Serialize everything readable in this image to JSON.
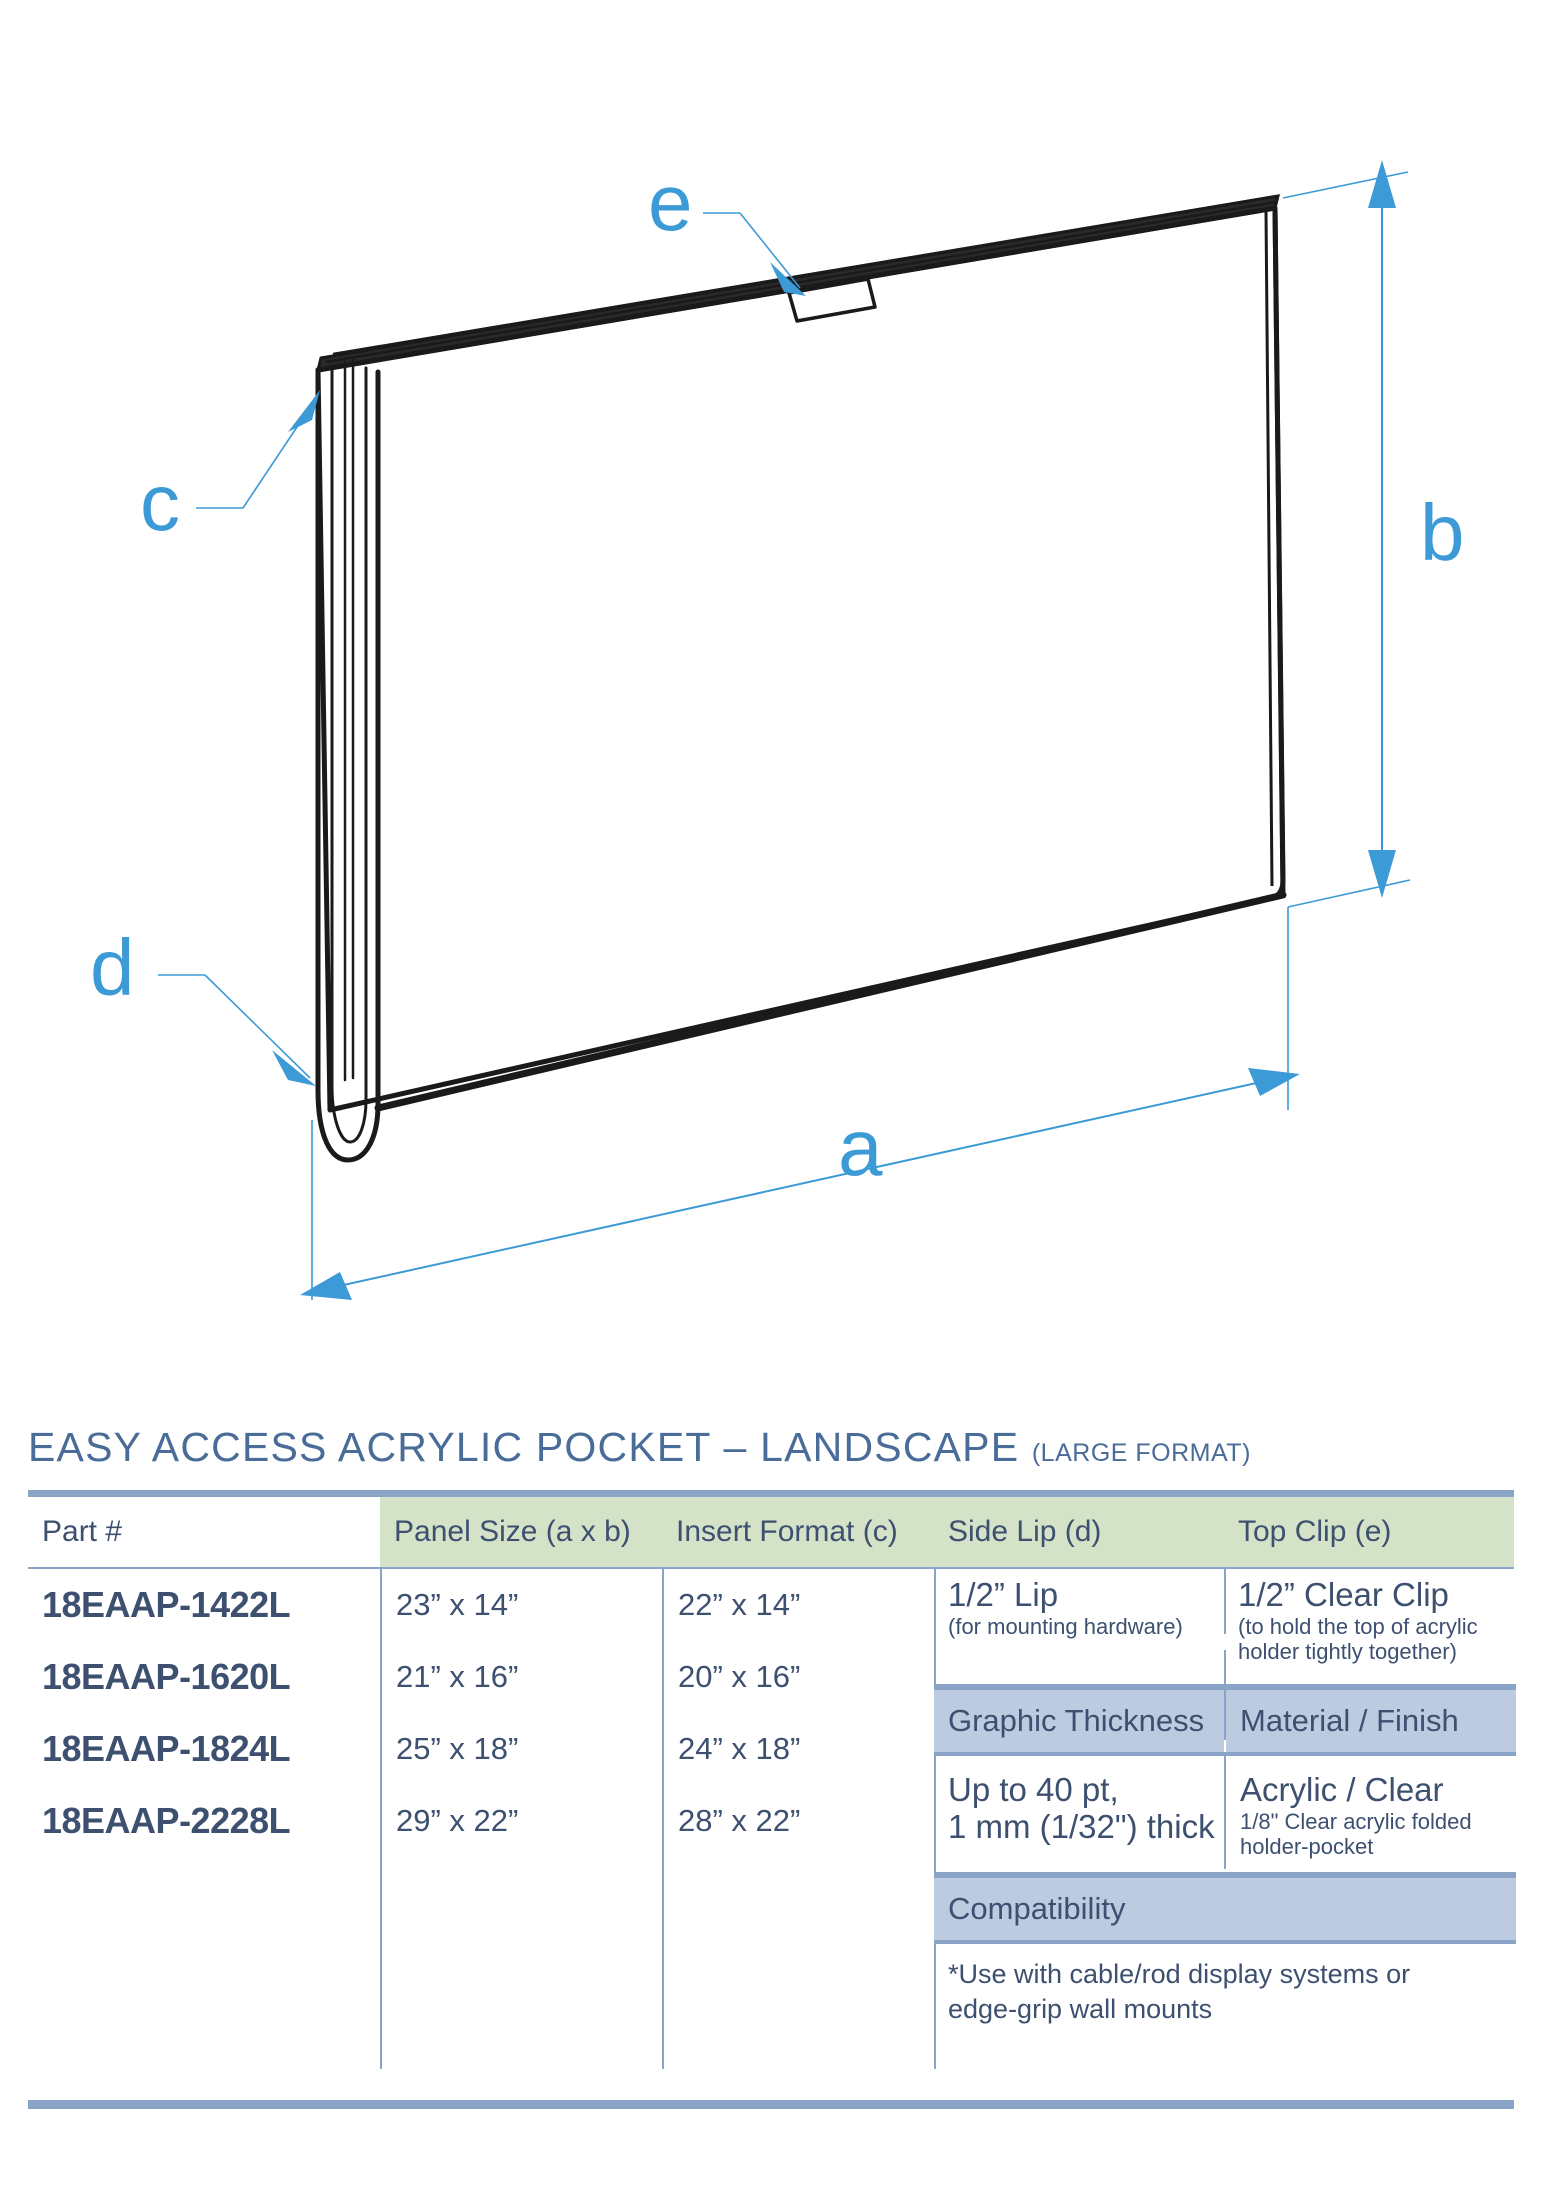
{
  "diagram": {
    "labels": {
      "a": "a",
      "b": "b",
      "c": "c",
      "d": "d",
      "e": "e"
    },
    "accent_color": "#3c9ad6",
    "line_color": "#1a1a1a",
    "description": "Isometric line drawing of a clear acrylic landscape pocket panel with a top clip, side lip and folded bottom edge"
  },
  "title": {
    "main": "EASY ACCESS ACRYLIC POCKET – LANDSCAPE",
    "sub": "(LARGE FORMAT)",
    "color": "#4a6c98"
  },
  "table": {
    "headers": {
      "part": "Part #",
      "panel_size": "Panel Size (a x b)",
      "insert_format": "Insert Format (c)",
      "side_lip": "Side Lip (d)",
      "top_clip": "Top Clip (e)"
    },
    "header_green": "#d4e2c8",
    "header_blue": "#bdcbe0",
    "rule_color": "#8aa4c8",
    "text_color": "#3d5070",
    "rows": [
      {
        "part": "18EAAP-1422L",
        "panel_size": "23” x 14”",
        "insert_format": "22” x 14”"
      },
      {
        "part": "18EAAP-1620L",
        "panel_size": "21” x 16”",
        "insert_format": "20” x 16”"
      },
      {
        "part": "18EAAP-1824L",
        "panel_size": "25” x 18”",
        "insert_format": "24” x 18”"
      },
      {
        "part": "18EAAP-2228L",
        "panel_size": "29” x 22”",
        "insert_format": "28” x 22”"
      }
    ],
    "side_lip": {
      "value": "1/2” Lip",
      "note": "(for mounting hardware)"
    },
    "top_clip": {
      "value": "1/2” Clear Clip",
      "note_line1": "(to hold the top of acrylic",
      "note_line2": "holder tightly together)"
    },
    "graphic_thickness": {
      "header": "Graphic Thickness",
      "line1": "Up to 40 pt,",
      "line2": "1 mm (1/32\") thick"
    },
    "material_finish": {
      "header": "Material / Finish",
      "value": "Acrylic / Clear",
      "note_line1": "1/8\" Clear acrylic folded",
      "note_line2": "holder-pocket"
    },
    "compatibility": {
      "header": "Compatibility",
      "line1": "*Use with cable/rod display systems or",
      "line2": "edge-grip wall mounts"
    }
  }
}
